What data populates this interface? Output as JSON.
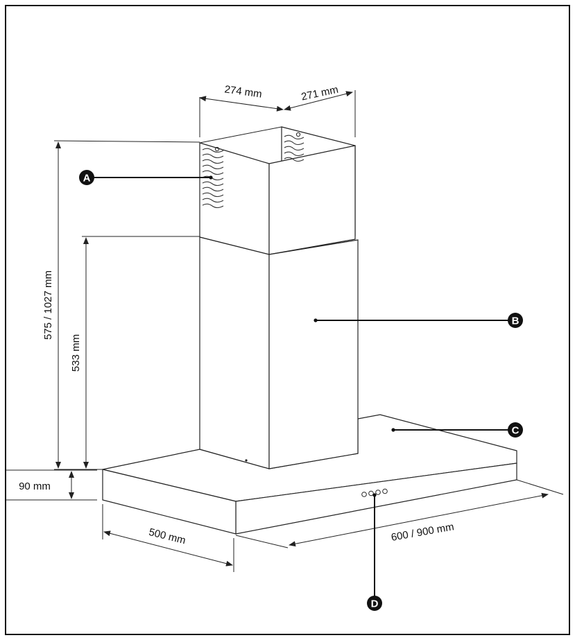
{
  "dimensions": {
    "chimney_width": "274 mm",
    "chimney_depth": "271 mm",
    "total_height": "575 / 1027 mm",
    "lower_chimney_height": "533 mm",
    "canopy_height": "90 mm",
    "canopy_depth": "500 mm",
    "canopy_width": "600 / 900  mm"
  },
  "callouts": {
    "a": "A",
    "b": "B",
    "c": "C",
    "d": "D"
  },
  "colors": {
    "line": "#222222",
    "callout_fill": "#111111",
    "background": "#ffffff"
  }
}
